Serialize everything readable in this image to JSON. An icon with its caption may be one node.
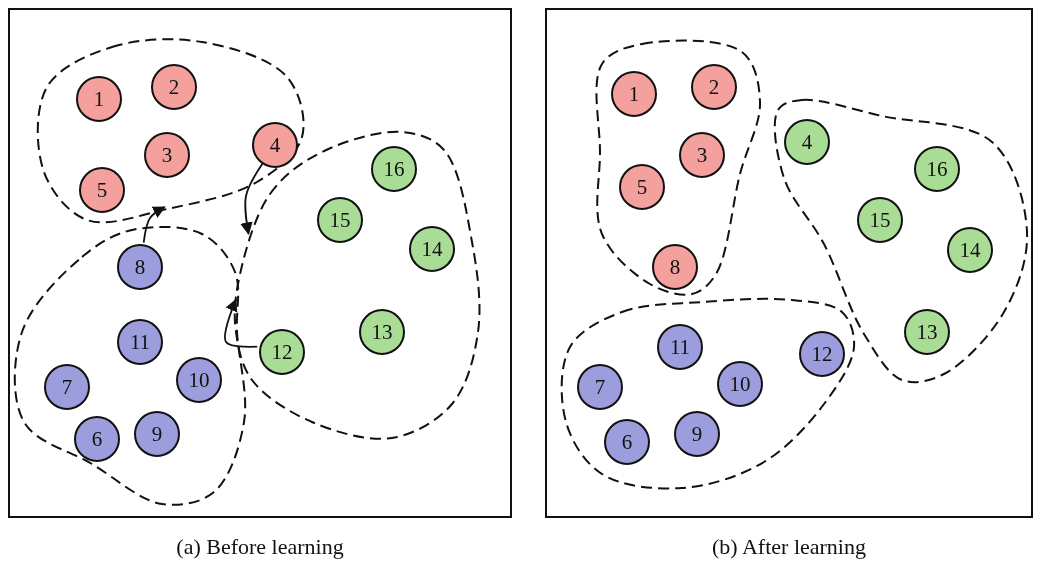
{
  "diagram": {
    "nodes": [
      {
        "text": [
          "(a) Before learning"
        ]
      },
      {
        "text": [],
        "shape": "blob",
        "in": 0
      },
      {
        "text": [
          "1"
        ],
        "in": 1
      },
      {
        "text": [
          "2"
        ],
        "in": 1
      },
      {
        "text": [
          "3"
        ],
        "in": 1
      },
      {
        "text": [
          "4"
        ],
        "in": 1
      },
      {
        "text": [
          "5"
        ],
        "in": 1
      },
      {
        "text": [],
        "shape": "blob",
        "in": 0
      },
      {
        "text": [
          "8"
        ],
        "in": 7
      },
      {
        "text": [
          "11"
        ],
        "in": 7
      },
      {
        "text": [
          "10"
        ],
        "in": 7
      },
      {
        "text": [
          "7"
        ],
        "in": 7
      },
      {
        "text": [
          "9"
        ],
        "in": 7
      },
      {
        "text": [
          "6"
        ],
        "in": 7
      },
      {
        "text": [],
        "shape": "blob",
        "in": 0
      },
      {
        "text": [
          "16"
        ],
        "in": 14
      },
      {
        "text": [
          "15"
        ],
        "in": 14
      },
      {
        "text": [
          "14"
        ],
        "in": 14
      },
      {
        "text": [
          "13"
        ],
        "in": 14
      },
      {
        "text": [
          "12"
        ],
        "in": 14
      },
      {
        "text": [
          "(b) After learning"
        ]
      },
      {
        "text": [],
        "shape": "blob",
        "in": 20
      },
      {
        "text": [
          "1"
        ],
        "in": 21
      },
      {
        "text": [
          "2"
        ],
        "in": 21
      },
      {
        "text": [
          "3"
        ],
        "in": 21
      },
      {
        "text": [
          "5"
        ],
        "in": 21
      },
      {
        "text": [
          "8"
        ],
        "in": 21
      },
      {
        "text": [],
        "shape": "blob",
        "in": 20
      },
      {
        "text": [
          "4"
        ],
        "in": 27
      },
      {
        "text": [
          "16"
        ],
        "in": 27
      },
      {
        "text": [
          "15"
        ],
        "in": 27
      },
      {
        "text": [
          "14"
        ],
        "in": 27
      },
      {
        "text": [
          "13"
        ],
        "in": 27
      },
      {
        "text": [],
        "shape": "blob",
        "in": 20
      },
      {
        "text": [
          "11"
        ],
        "in": 33
      },
      {
        "text": [
          "12"
        ],
        "in": 33
      },
      {
        "text": [
          "10"
        ],
        "in": 33
      },
      {
        "text": [
          "7"
        ],
        "in": 33
      },
      {
        "text": [
          "9"
        ],
        "in": 33
      },
      {
        "text": [
          "6"
        ],
        "in": 33
      }
    ],
    "edges": [
      {
        "from": 8,
        "to": 1,
        "arrow": "to"
      },
      {
        "from": 5,
        "to": 14,
        "arrow": "to"
      },
      {
        "from": 19,
        "to": 7,
        "arrow": "to"
      }
    ]
  }
}
